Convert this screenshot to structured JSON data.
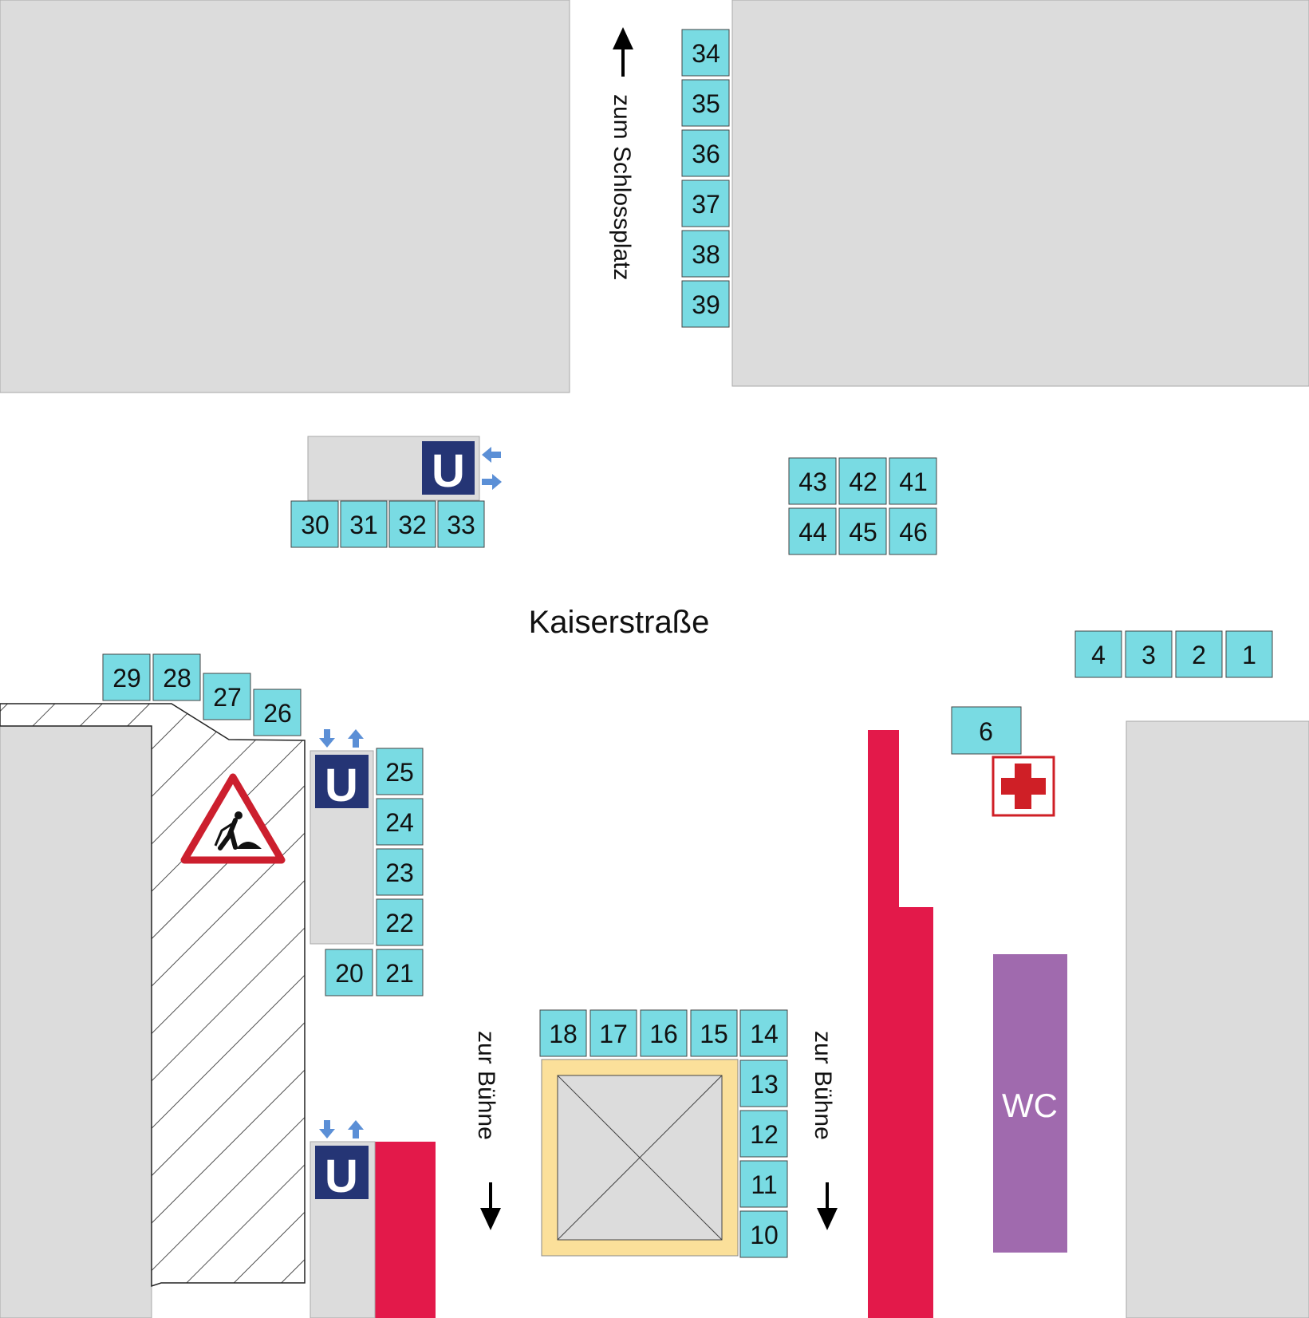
{
  "labels": {
    "street": "Kaiserstraße",
    "to_schlossplatz": "zum Schlossplatz",
    "to_stage_left": "zur Bühne",
    "to_stage_right": "zur Bühne",
    "wc": "WC",
    "subway": "U"
  },
  "stalls": {
    "s1": "1",
    "s2": "2",
    "s3": "3",
    "s4": "4",
    "s6": "6",
    "s10": "10",
    "s11": "11",
    "s12": "12",
    "s13": "13",
    "s14": "14",
    "s15": "15",
    "s16": "16",
    "s17": "17",
    "s18": "18",
    "s20": "20",
    "s21": "21",
    "s22": "22",
    "s23": "23",
    "s24": "24",
    "s25": "25",
    "s26": "26",
    "s27": "27",
    "s28": "28",
    "s29": "29",
    "s30": "30",
    "s31": "31",
    "s32": "32",
    "s33": "33",
    "s34": "34",
    "s35": "35",
    "s36": "36",
    "s37": "37",
    "s38": "38",
    "s39": "39",
    "s41": "41",
    "s42": "42",
    "s43": "43",
    "s44": "44",
    "s45": "45",
    "s46": "46"
  },
  "colors": {
    "stall": "#79dbe3",
    "building": "#dcdcdc",
    "barrier": "#e3194a",
    "wc": "#a06aae",
    "subway": "#253575",
    "first_aid": "#cf1f26",
    "fountain_border": "#fbe09a"
  }
}
